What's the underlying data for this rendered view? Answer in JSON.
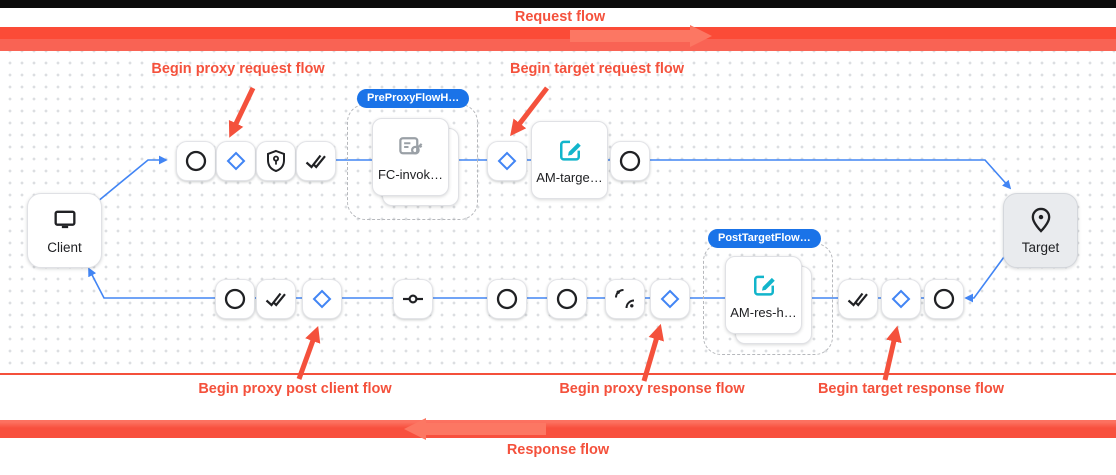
{
  "header": {
    "title": "Request flow"
  },
  "footer": {
    "title": "Response flow"
  },
  "annotations": {
    "begin_proxy_request": "Begin proxy request flow",
    "begin_target_request": "Begin target request flow",
    "begin_proxy_post_client": "Begin proxy post client flow",
    "begin_proxy_response": "Begin proxy response flow",
    "begin_target_response": "Begin target response flow"
  },
  "badges": {
    "pre_proxy": "PreProxyFlowH…",
    "post_target": "PostTargetFlow…"
  },
  "nodes": {
    "client": {
      "label": "Client",
      "icon": "monitor"
    },
    "target": {
      "label": "Target",
      "icon": "place-pin"
    },
    "fc_invoke": {
      "label": "FC-invok…",
      "icon": "flow-callout"
    },
    "am_target": {
      "label": "AM-targe…",
      "icon": "assign-message-edit"
    },
    "am_response": {
      "label": "AM-res-h…",
      "icon": "assign-message-edit"
    }
  },
  "step_icons": {
    "request_group_1": [
      "circle",
      "diamond",
      "shield-key",
      "double-check"
    ],
    "request_group_2": [
      "diamond"
    ],
    "request_group_3": [
      "circle"
    ],
    "response_group_left": [
      "circle",
      "double-check",
      "diamond"
    ],
    "response_standalone": [
      "commit"
    ],
    "response_group_mid": [
      "circle",
      "circle",
      "broadcast",
      "diamond"
    ],
    "response_group_right": [
      "double-check",
      "diamond",
      "circle"
    ]
  },
  "colors": {
    "annotation_red": "#f4513c",
    "bar_red_top": "#fb4b37",
    "bar_red_lower": "#f96354",
    "connector_blue": "#4285f4",
    "badge_blue": "#1a73e8",
    "policy_teal": "#12b5cb",
    "policy_gray": "#9aa0a6",
    "node_ink": "#202124",
    "target_node_bg": "#e9ebee"
  }
}
